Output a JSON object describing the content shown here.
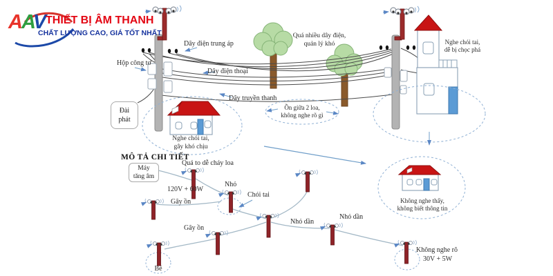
{
  "logo": {
    "brand_letters": [
      {
        "ch": "A",
        "color": "#e8332a"
      },
      {
        "ch": "A",
        "color": "#2f9e41"
      },
      {
        "ch": "V",
        "color": "#1c49a8"
      }
    ],
    "title": "THIẾT BỊ ÂM THANH",
    "tagline": "CHẤT LƯỢNG CAO, GIÁ TỐT NHẤT",
    "title_color": "#e30613",
    "tagline_color": "#16339e"
  },
  "overview": {
    "labels": {
      "medium_voltage": "Dây điện trung áp",
      "too_many_wires": "Quá nhiều dây điện,\nquản lý khó",
      "phone_line": "Dây điện thoại",
      "broadcast_line": "Dây truyền thanh",
      "meter_box": "Hộp công tơ",
      "station": "Đài\nphát",
      "left_house_caption": "Nghe chói tai,\ngây khó chịu",
      "between_speakers": "Ồn giữa 2 loa,\nkhông nghe rõ gì",
      "building_caption": "Nghe chói tai,\ndễ bị chọc phá",
      "far_house_caption": "Không nghe thấy,\nkhông biết thông tin"
    }
  },
  "detail": {
    "heading": "MÔ TẢ CHI TIẾT",
    "amplifier_label": "Máy\ntăng âm",
    "labels": {
      "too_loud": "Quá to dễ cháy loa",
      "high_power": "120V + 60W",
      "small": "Nhỏ",
      "piercing": "Chói tai",
      "noisy_left": "Gây ồn",
      "noisy_mid": "Gây ồn",
      "fading_mid": "Nhỏ dần",
      "fading_right": "Nhỏ dần",
      "tiny": "Bé",
      "not_clear": "Không nghe rõ",
      "low_power": "30V + 5W"
    }
  },
  "colors": {
    "roof_red": "#c81414",
    "mast_red": "#8f2328",
    "pole_gray": "#b3b3b3",
    "wire_dark": "#4a4a4a",
    "wire_light": "#a3b8c6",
    "dashed_blue": "#8fb0d4",
    "arrow_blue": "#6f9ec9",
    "tree_green": "#b7dba5",
    "trunk_brown": "#8a5a2b",
    "door_blue": "#5b9bd5"
  }
}
